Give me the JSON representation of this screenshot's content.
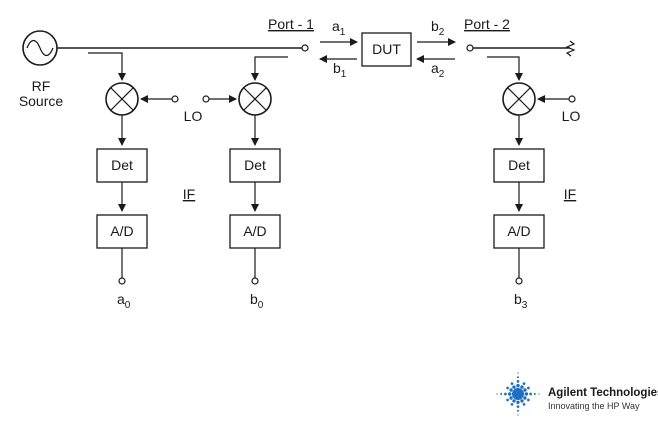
{
  "source": {
    "label_line1": "RF",
    "label_line2": "Source"
  },
  "ports": {
    "port1": "Port - 1",
    "port2": "Port - 2"
  },
  "dut": {
    "label": "DUT"
  },
  "waves": {
    "a1": {
      "base": "a",
      "sub": "1"
    },
    "b1": {
      "base": "b",
      "sub": "1"
    },
    "b2": {
      "base": "b",
      "sub": "2"
    },
    "a2": {
      "base": "a",
      "sub": "2"
    }
  },
  "lo": {
    "left": "LO",
    "right": "LO"
  },
  "if": {
    "left": "IF",
    "right": "IF"
  },
  "det": {
    "label": "Det"
  },
  "adc": {
    "label": "A/D"
  },
  "outputs": {
    "a0": {
      "base": "a",
      "sub": "0"
    },
    "b0": {
      "base": "b",
      "sub": "0"
    },
    "b3": {
      "base": "b",
      "sub": "3"
    }
  },
  "logo": {
    "name": "Agilent Technologies",
    "tagline": "Innovating the HP Way",
    "color": "#1d6fc2"
  }
}
